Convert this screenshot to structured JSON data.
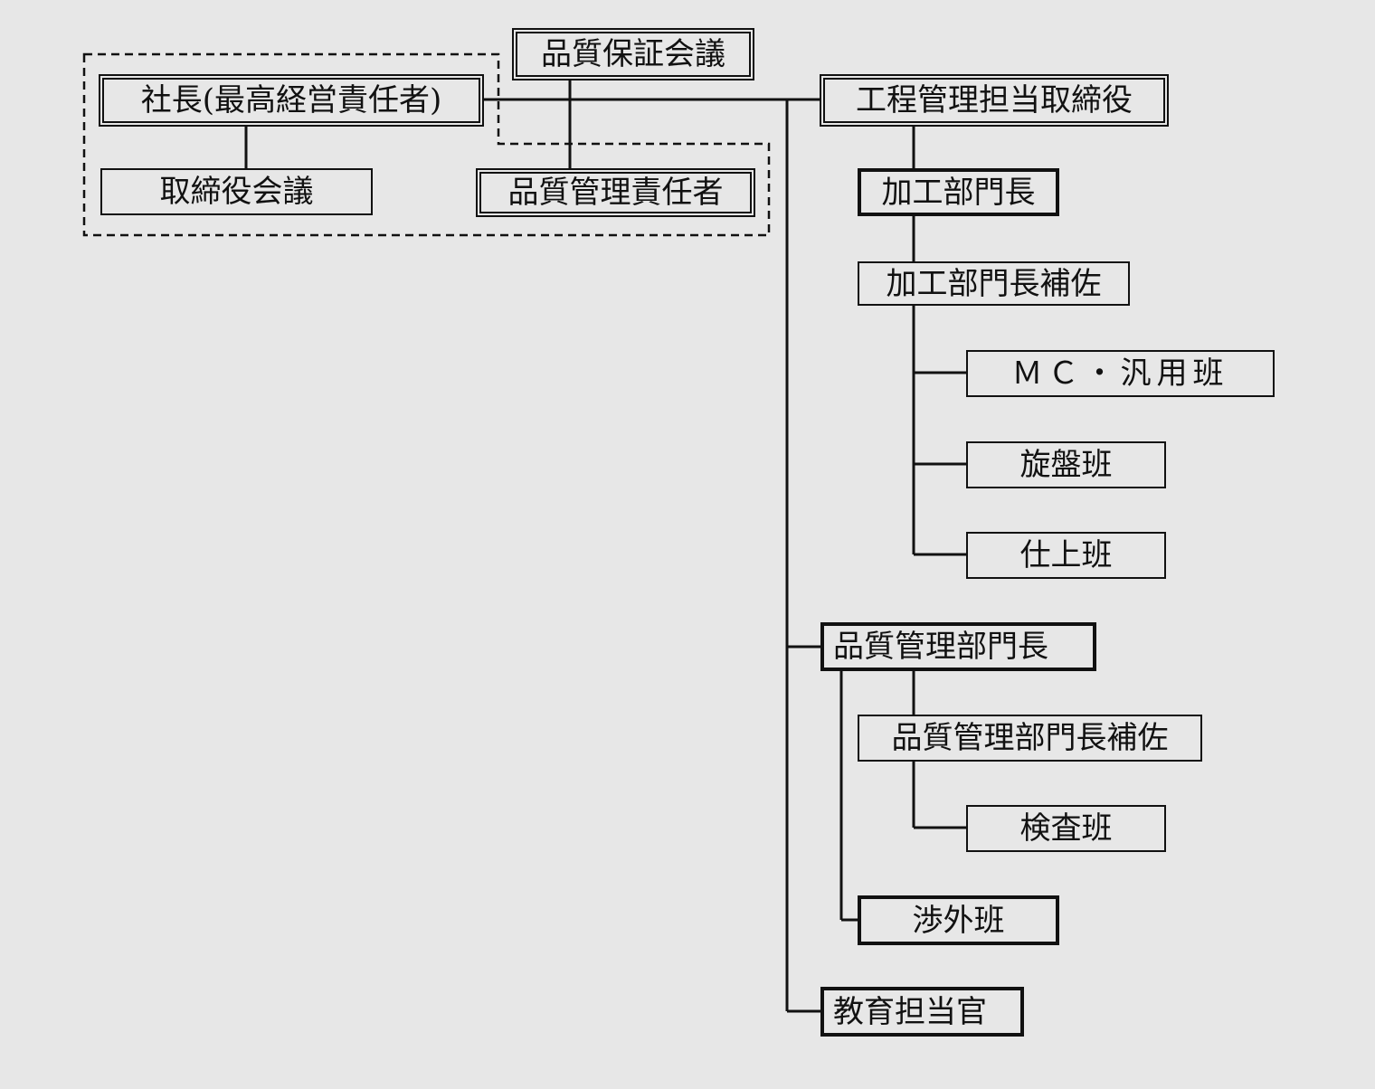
{
  "chart": {
    "nodes": {
      "president": "社長(最高経営責任者)",
      "board_meeting": "取締役会議",
      "qa_meeting": "品質保証会議",
      "qm_responsible": "品質管理責任者",
      "process_director": "工程管理担当取締役",
      "machining_head": "加工部門長",
      "machining_assistant": "加工部門長補佐",
      "mc_general_team": "ＭＣ・汎用班",
      "lathe_team": "旋盤班",
      "finishing_team": "仕上班",
      "qc_head": "品質管理部門長",
      "qc_assistant": "品質管理部門長補佐",
      "inspection_team": "検査班",
      "liaison_team": "渉外班",
      "education_officer": "教育担当官"
    }
  }
}
